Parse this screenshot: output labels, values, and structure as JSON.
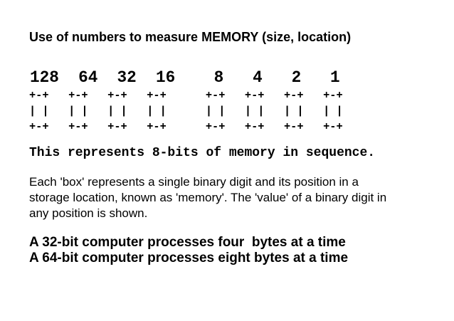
{
  "slide": {
    "background_color": "#ffffff",
    "text_color": "#000000",
    "title": "Use of numbers to measure MEMORY (size, location)",
    "diagram": {
      "bit_weights": [
        128,
        64,
        32,
        16,
        8,
        4,
        2,
        1
      ],
      "weights_line": "128  64  32  16    8   4   2   1",
      "boxes_ascii": "+-+   +-+   +-+   +-+      +-+   +-+   +-+   +-+\n| |   | |   | |   | |      | |   | |   | |   | |\n+-+   +-+   +-+   +-+      +-+   +-+   +-+   +-+",
      "caption": "This represents 8-bits of memory in sequence."
    },
    "paragraph": "Each 'box' represents a single binary digit and its position in a\nstorage location, known as 'memory'. The 'value' of a binary digit in\nany position is shown.",
    "emphasis_lines": [
      "A 32-bit computer processes four  bytes at a time",
      "A 64-bit computer processes eight bytes at a time"
    ]
  }
}
